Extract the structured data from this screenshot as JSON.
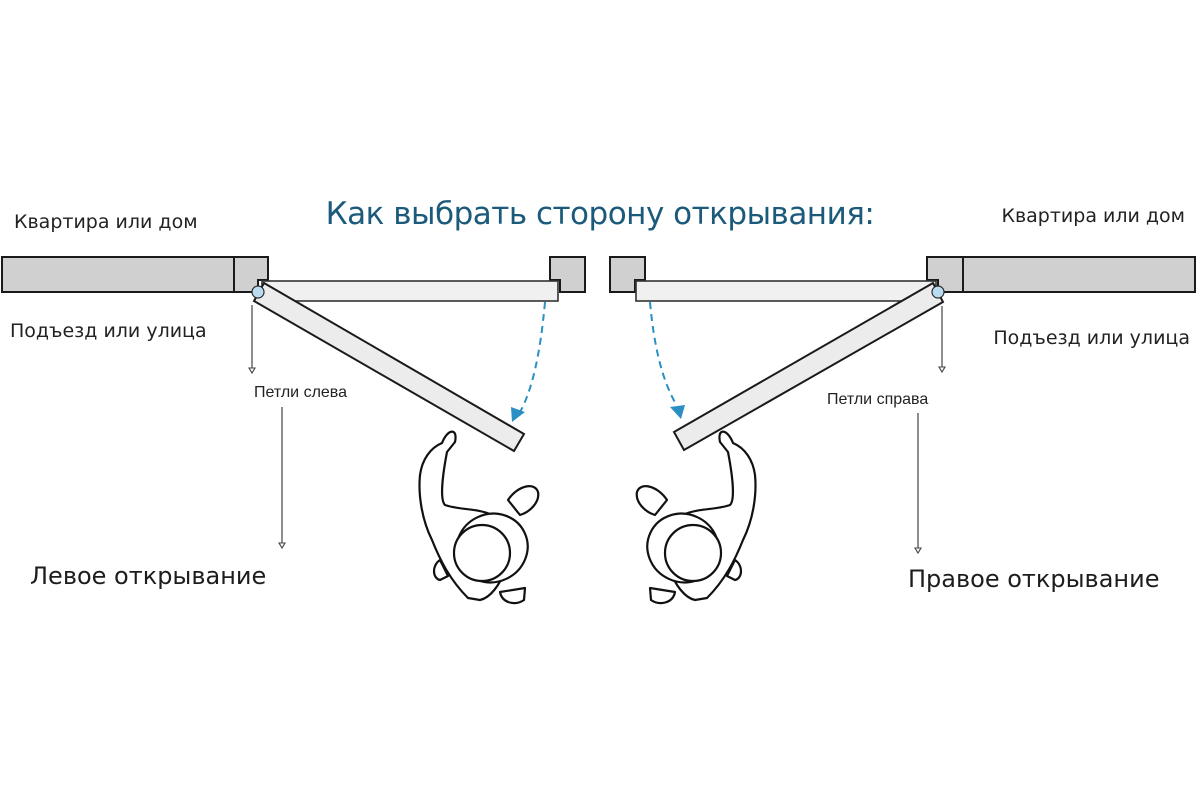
{
  "title": "Как выбрать сторону открывания:",
  "left": {
    "inside_label": "Квартира или дом",
    "outside_label": "Подъезд или улица",
    "hinge_label": "Петли слева",
    "opening_label": "Левое открывание"
  },
  "right": {
    "inside_label": "Квартира или дом",
    "outside_label": "Подъезд или улица",
    "hinge_label": "Петли справа",
    "opening_label": "Правое открывание"
  },
  "colors": {
    "title": "#1b5a7a",
    "swing_arrow": "#2a8fc4",
    "hinge": "#b9dcf0",
    "wall": "#d0d0d0",
    "door": "#ececec"
  }
}
